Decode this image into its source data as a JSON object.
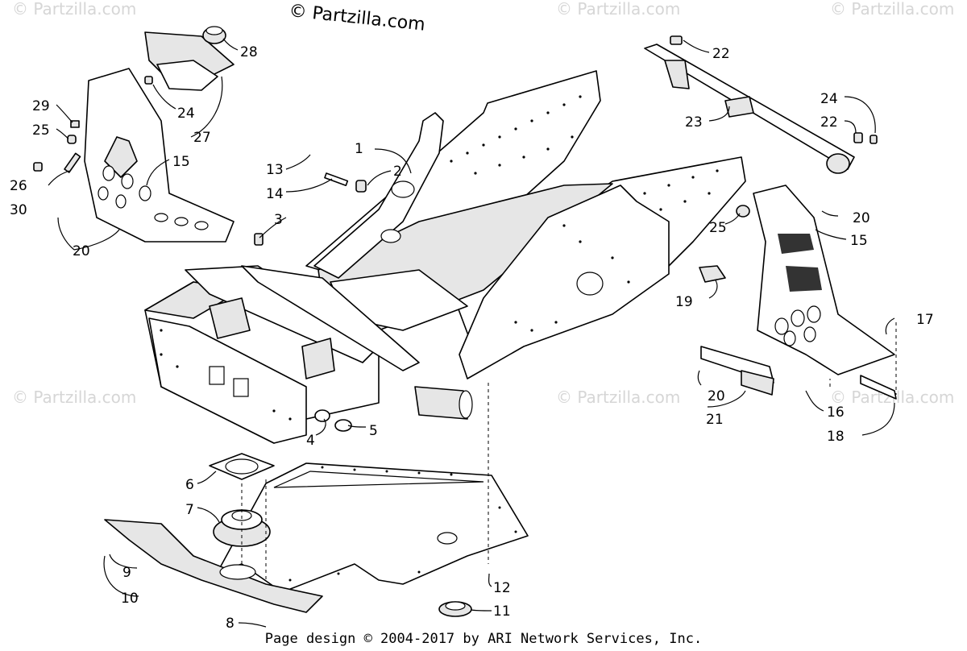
{
  "header": {
    "copyright": "© Partzilla.com"
  },
  "watermark": {
    "text": "© Partzilla.com",
    "color": "#d6d6d6"
  },
  "footer": {
    "text": "Page design © 2004-2017 by ARI Network Services, Inc."
  },
  "callouts": [
    "1",
    "2",
    "3",
    "4",
    "5",
    "6",
    "7",
    "8",
    "9",
    "10",
    "11",
    "12",
    "13",
    "14",
    "15",
    "15",
    "16",
    "17",
    "18",
    "19",
    "20",
    "20",
    "20",
    "21",
    "22",
    "22",
    "23",
    "24",
    "24",
    "25",
    "25",
    "26",
    "27",
    "28",
    "29",
    "30"
  ]
}
